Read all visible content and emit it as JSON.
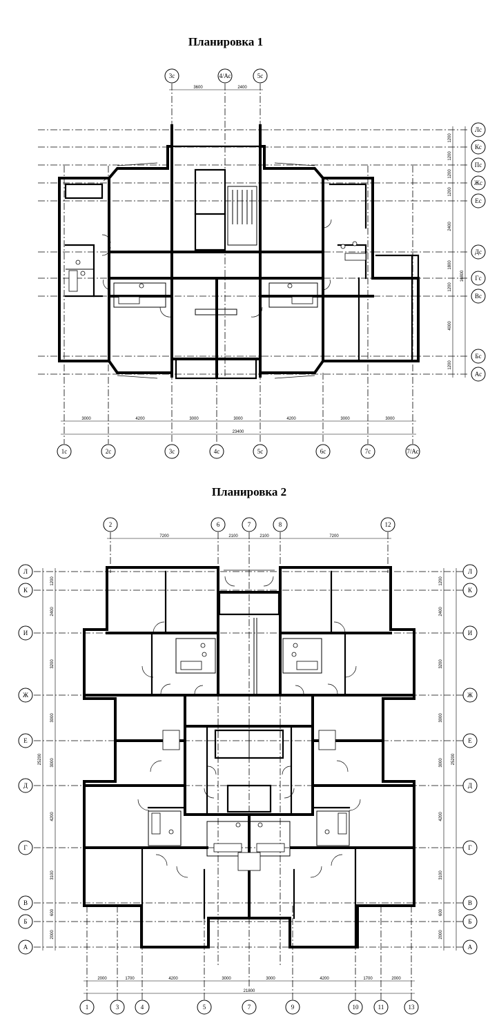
{
  "plan1": {
    "title": "Планировка 1",
    "axes_top": [
      "3с",
      "4/Ас",
      "5с"
    ],
    "dims_top": [
      "3600",
      "2400"
    ],
    "axes_right": [
      "Лс",
      "Кс",
      "Пс",
      "Жс",
      "Ес",
      "Дс",
      "Гс",
      "Вс",
      "Бс",
      "Ас"
    ],
    "dims_right": [
      "1200",
      "1200",
      "1200",
      "1200",
      "2400",
      "1800",
      "1200",
      "4000",
      "1200"
    ],
    "dim_right_total": "16800",
    "axes_bottom": [
      "1с",
      "2с",
      "3с",
      "4с",
      "5с",
      "6с",
      "7с",
      "7/Ас"
    ],
    "dims_bottom": [
      "3000",
      "4200",
      "3000",
      "3000",
      "4200",
      "3000",
      "3000"
    ],
    "dim_bottom_total": "23400"
  },
  "plan2": {
    "title": "Планировка 2",
    "axes_top": [
      "2",
      "6",
      "7",
      "8",
      "12"
    ],
    "dims_top": [
      "7200",
      "2100",
      "2100",
      "7200"
    ],
    "axes_left": [
      "Л",
      "К",
      "И",
      "Ж",
      "Е",
      "Д",
      "Г",
      "В",
      "Б",
      "А"
    ],
    "axes_right": [
      "Л",
      "К",
      "И",
      "Ж",
      "Е",
      "Д",
      "Г",
      "В",
      "Б",
      "А"
    ],
    "dims_side": [
      "1200",
      "2400",
      "3200",
      "3000",
      "3000",
      "4200",
      "3100",
      "600",
      "2000"
    ],
    "dim_side_total": "25200",
    "axes_bottom": [
      "1",
      "3",
      "4",
      "5",
      "7",
      "9",
      "10",
      "11",
      "13"
    ],
    "dims_bottom": [
      "2000",
      "1700",
      "4200",
      "3000",
      "3000",
      "4200",
      "1700",
      "2000"
    ],
    "dim_bottom_total": "21800"
  }
}
